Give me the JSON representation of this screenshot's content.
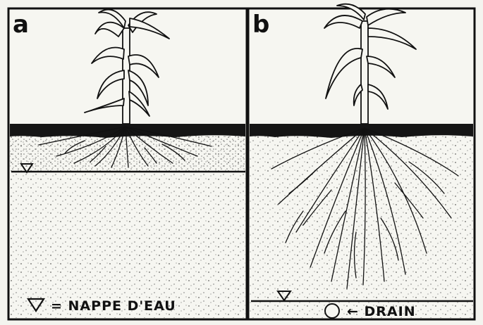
{
  "panels": [
    {
      "id": "a",
      "label": "a"
    },
    {
      "id": "b",
      "label": "b"
    }
  ],
  "legend": {
    "symbol": "▽",
    "text": "= NAPPE D'EAU"
  },
  "drain_label": "← DRAIN",
  "colors": {
    "background": "#f4f4ef",
    "ink": "#111111",
    "soil_surface": "#151515"
  },
  "icons": [
    "water-table-triangle-icon",
    "drain-pipe-icon",
    "corn-plant-icon"
  ]
}
